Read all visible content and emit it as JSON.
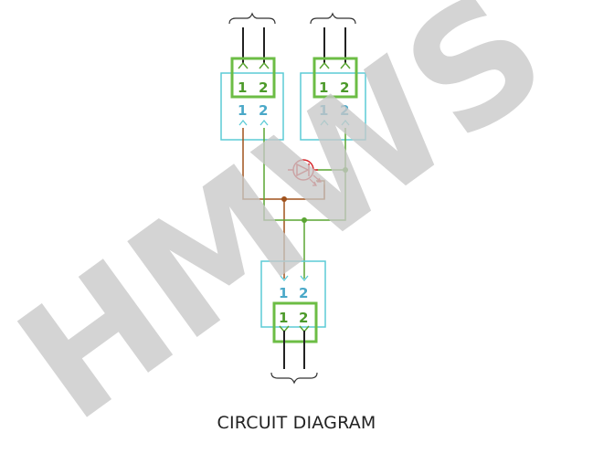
{
  "caption": "CIRCUIT DIAGRAM",
  "watermark": "HMWS",
  "connectors": {
    "top_left": {
      "plug_pins": [
        "1",
        "2"
      ],
      "socket_pins": [
        "1",
        "2"
      ]
    },
    "top_right": {
      "plug_pins": [
        "1",
        "2"
      ],
      "socket_pins": [
        "1",
        "2"
      ]
    },
    "bottom": {
      "socket_pins": [
        "1",
        "2"
      ],
      "plug_pins": [
        "1",
        "2"
      ]
    }
  },
  "colors": {
    "wire_brown": "#a0521c",
    "wire_green": "#5aa532",
    "wire_black": "#222222",
    "plug_green": "#6cbd45",
    "socket_cyan": "#5ccbd6",
    "pin_label_green": "#4c9a2a",
    "pin_label_cyan": "#4aa8c8",
    "lamp_red": "#d6262b",
    "watermark_gray": "#c8c8c8"
  }
}
